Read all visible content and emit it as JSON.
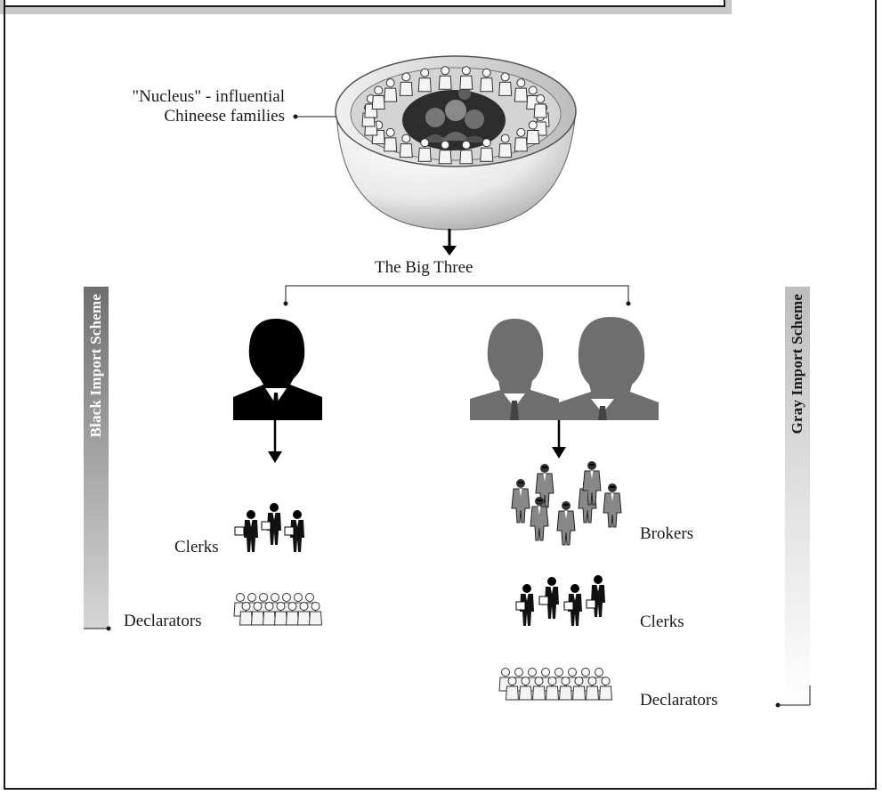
{
  "nucleus": {
    "line1": "\"Nucleus\" - influential",
    "line2": "Chineese families"
  },
  "big_three": "The Big Three",
  "black_scheme": {
    "title": "Black Import Scheme",
    "levels": [
      "Clerks",
      "Declarators"
    ]
  },
  "gray_scheme": {
    "title": "Gray Import Scheme",
    "levels": [
      "Brokers",
      "Clerks",
      "Declarators"
    ]
  },
  "colors": {
    "black_leader": "#000000",
    "gray_leader": "#6e6e6e",
    "bowl": "#e6e6e6"
  }
}
